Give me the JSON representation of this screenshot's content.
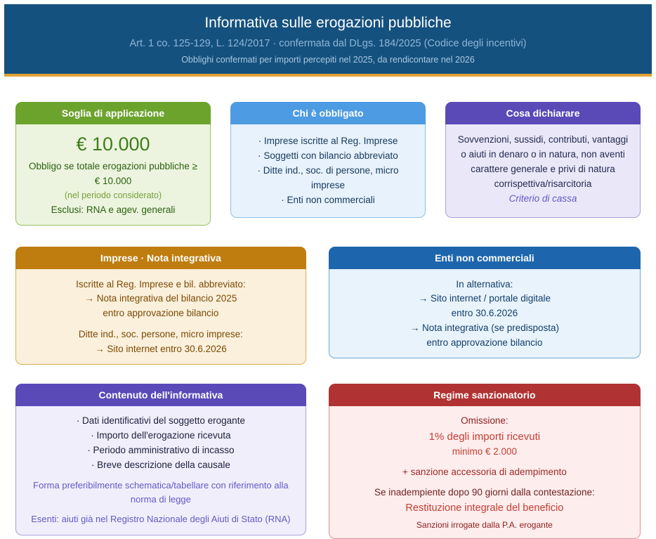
{
  "header": {
    "title": "Informativa sulle erogazioni pubbliche",
    "subtitle": "Art. 1 co. 125-129, L. 124/2017 · confermata dal DLgs. 184/2025 (Codice degli incentivi)",
    "note": "Obblighi confermati per importi percepiti nel 2025, da rendicontare nel 2026"
  },
  "colors": {
    "header_bg": "#15517e",
    "accent_gold": "#e3a336",
    "green": "#6ca32d",
    "sky_blue": "#4d9be2",
    "violet": "#5a4ab8",
    "amber": "#bf7d10",
    "blue": "#1d66ad",
    "red": "#b13232"
  },
  "cards": {
    "soglia": {
      "title": "Soglia di applicazione",
      "amount": "€ 10.000",
      "rule": "Obbligo se totale erogazioni pubbliche ≥ € 10.000",
      "period": "(nel periodo considerato)",
      "excluded": "Esclusi: RNA e agev. generali"
    },
    "obbligati": {
      "title": "Chi è obbligato",
      "items": [
        "· Imprese iscritte al Reg. Imprese",
        "· Soggetti con bilancio abbreviato",
        "· Ditte ind., soc. di persone, micro imprese",
        "· Enti non commerciali"
      ]
    },
    "dichiarare": {
      "title": "Cosa dichiarare",
      "text": "Sovvenzioni, sussidi, contributi, vantaggi o aiuti in denaro o in natura, non aventi carattere generale e privi di natura corrispettiva/risarcitoria",
      "criterio": "Criterio di cassa"
    },
    "imprese": {
      "title": "Imprese · Nota integrativa",
      "group1": [
        "Iscritte al Reg. Imprese e bil. abbreviato:",
        "→ Nota integrativa del bilancio 2025",
        "entro approvazione bilancio"
      ],
      "group2": [
        "Ditte ind., soc. persone, micro imprese:",
        "→ Sito internet entro 30.6.2026"
      ]
    },
    "enti": {
      "title": "Enti non commerciali",
      "lines": [
        "In alternativa:",
        "→ Sito internet / portale digitale",
        "entro 30.6.2026",
        "→ Nota integrativa (se predisposta)",
        "entro approvazione bilancio"
      ]
    },
    "contenuto": {
      "title": "Contenuto dell'informativa",
      "items": [
        "· Dati identificativi del soggetto erogante",
        "· Importo dell'erogazione ricevuta",
        "· Periodo amministrativo di incasso",
        "· Breve descrizione della causale"
      ],
      "note1": "Forma preferibilmente schematica/tabellare con riferimento alla norma di legge",
      "note2": "Esenti: aiuti già nel Registro Nazionale degli Aiuti di Stato (RNA)"
    },
    "sanzioni": {
      "title": "Regime sanzionatorio",
      "omissione_label": "Omissione:",
      "penalty_main": "1% degli importi ricevuti",
      "penalty_min": "minimo € 2.000",
      "accessoria": "+ sanzione accessoria di adempimento",
      "deadline": "Se inadempiente dopo 90 giorni dalla contestazione:",
      "restituzione": "Restituzione integrale del beneficio",
      "footer": "Sanzioni irrogate dalla P.A. erogante"
    }
  }
}
